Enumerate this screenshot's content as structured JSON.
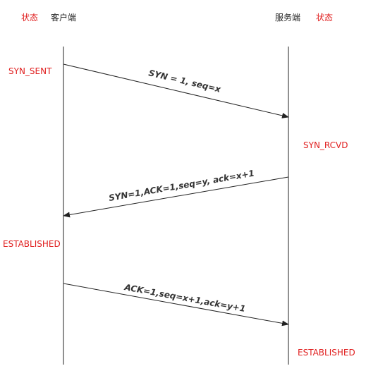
{
  "header": {
    "client_state_label": "状态",
    "client_label": "客户端",
    "server_label": "服务端",
    "server_state_label": "状态"
  },
  "states": {
    "client_syn_sent": "SYN_SENT",
    "server_syn_rcvd": "SYN_RCVD",
    "client_established": "ESTABLISHED",
    "server_established": "ESTABLISHED"
  },
  "messages": [
    {
      "direction": "client-to-server",
      "text": "SYN = 1, seq=x"
    },
    {
      "direction": "server-to-client",
      "text": "SYN=1,ACK=1,seq=y, ack=x+1"
    },
    {
      "direction": "client-to-server",
      "text": "ACK=1,seq=x+1,ack=y+1"
    }
  ],
  "colors": {
    "state_text": "#e02020",
    "line": "#222222",
    "message_text": "#333333"
  }
}
